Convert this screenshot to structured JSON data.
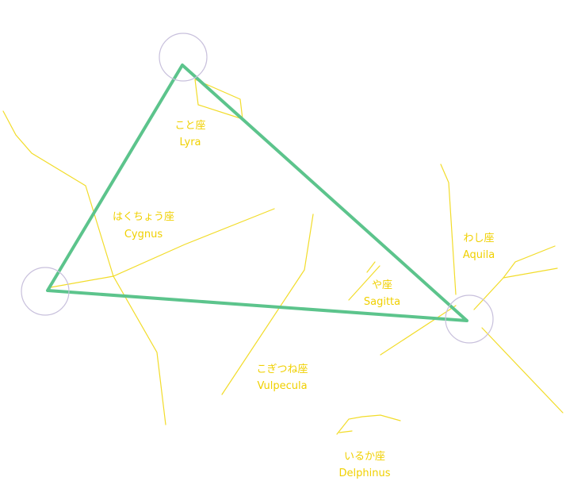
{
  "colors": {
    "constellation_line": "#f2dc2a",
    "label": "#f0d000",
    "triangle": "#5cc48c",
    "star_ring": "#c8c0dc"
  },
  "constellations": {
    "lyra": {
      "ja": "こと座",
      "en": "Lyra"
    },
    "cygnus": {
      "ja": "はくちょう座",
      "en": "Cygnus"
    },
    "aquila": {
      "ja": "わし座",
      "en": "Aquila"
    },
    "sagitta": {
      "ja": "や座",
      "en": "Sagitta"
    },
    "vulpecula": {
      "ja": "こぎつね座",
      "en": "Vulpecula"
    },
    "delphinus": {
      "ja": "いるか座",
      "en": "Delphinus"
    }
  }
}
